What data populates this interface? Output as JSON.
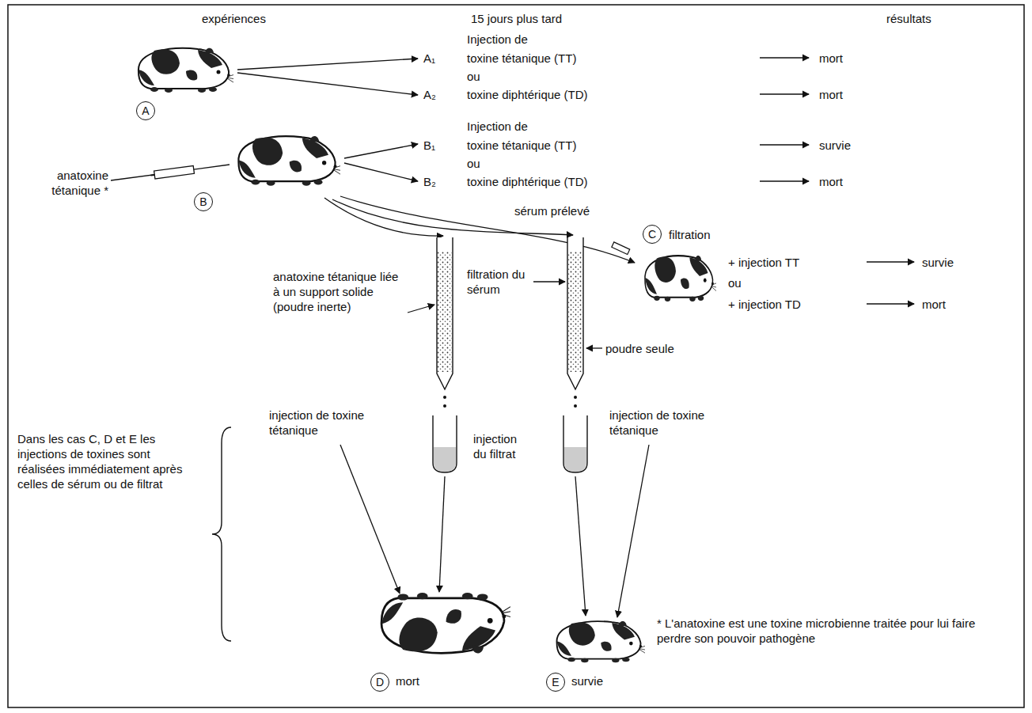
{
  "diagram": {
    "nodes": [
      {
        "text": [
          "A"
        ]
      },
      {
        "text": [
          "B"
        ]
      },
      {
        "text": [
          "C"
        ]
      },
      {
        "text": [
          "D"
        ]
      },
      {
        "text": [
          "E"
        ]
      }
    ],
    "labels": [
      "expériences",
      "15 jours plus tard",
      "résultats",
      "A₁",
      "Injection de",
      "toxine tétanique (TT)",
      "mort",
      "ou",
      "A₂",
      "toxine diphtérique (TD)",
      "mort",
      "anatoxine tétanique *",
      "B₁",
      "Injection de",
      "toxine tétanique (TT)",
      "survie",
      "ou",
      "B₂",
      "toxine diphtérique (TD)",
      "mort",
      "sérum prélevé",
      "filtration",
      "+ injection TT",
      "survie",
      "ou",
      "+ injection TD",
      "mort",
      "anatoxine tétanique liée à un support solide (poudre inerte)",
      "filtration du sérum",
      "poudre seule",
      "Dans les cas C, D et E les injections de toxines sont réalisées immédiatement après celles de sérum ou de filtrat",
      "injection de toxine tétanique",
      "injection du filtrat",
      "injection de toxine tétanique",
      "mort",
      "survie",
      "* L'anatoxine est une toxine microbienne traitée pour lui faire perdre son pouvoir pathogène"
    ]
  }
}
